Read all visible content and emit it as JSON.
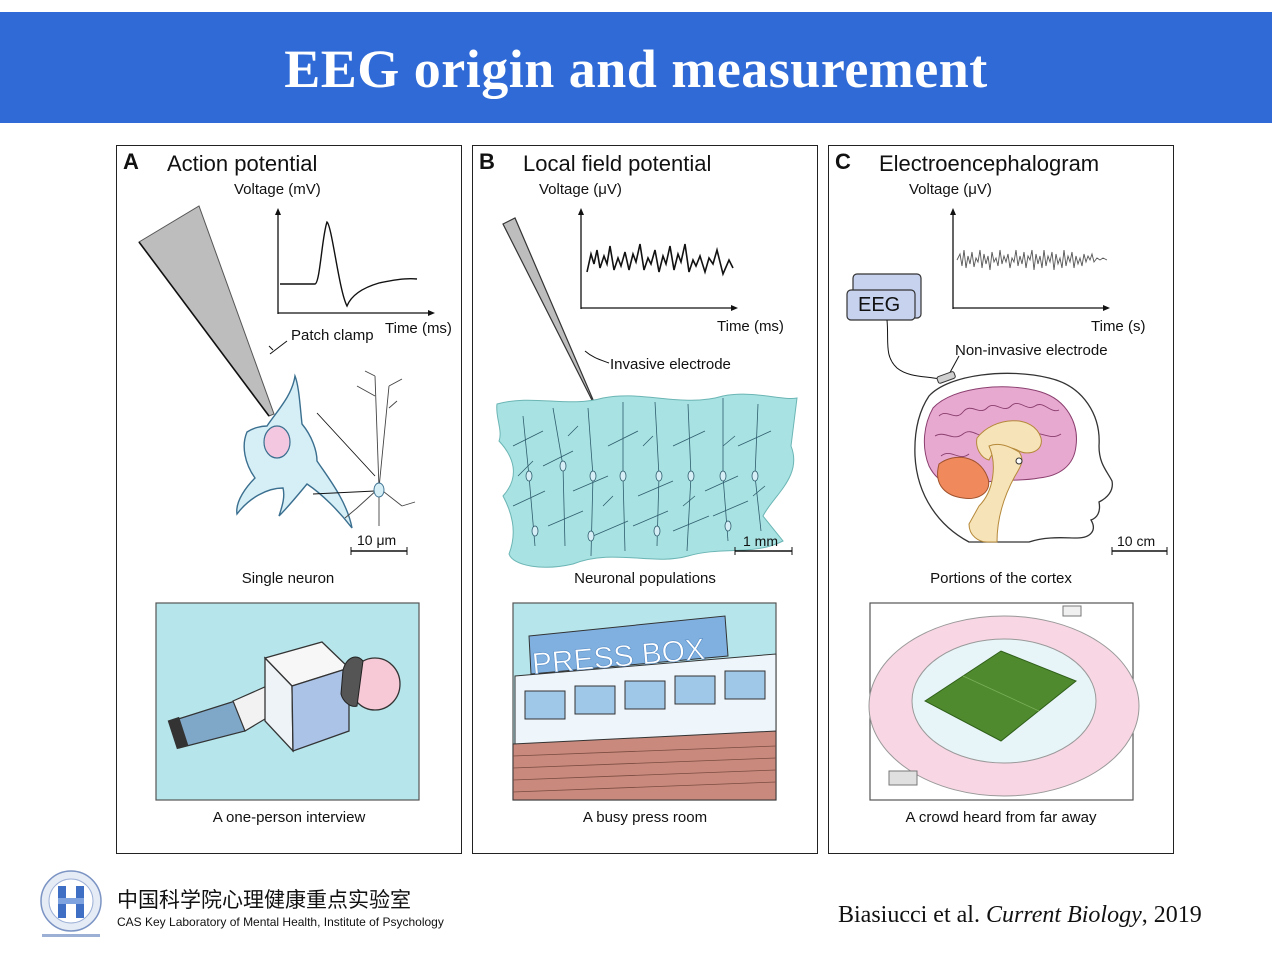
{
  "slide": {
    "title": "EEG origin and measurement"
  },
  "panels": [
    {
      "letter": "A",
      "title": "Action potential",
      "y_label": "Voltage (mV)",
      "x_label": "Time (ms)",
      "electrode_label": "Patch clamp",
      "scale_label": "10 μm",
      "scale_caption": "Single neuron",
      "analogy_caption": "A one-person interview"
    },
    {
      "letter": "B",
      "title": "Local field potential",
      "y_label": "Voltage (μV)",
      "x_label": "Time (ms)",
      "electrode_label": "Invasive electrode",
      "scale_label": "1 mm",
      "scale_caption": "Neuronal populations",
      "analogy_caption": "A busy press room",
      "sign_text": "PRESS BOX"
    },
    {
      "letter": "C",
      "title": "Electroencephalogram",
      "y_label": "Voltage (μV)",
      "x_label": "Time (s)",
      "electrode_label": "Non-invasive electrode",
      "device_label": "EEG",
      "scale_label": "10 cm",
      "scale_caption": "Portions of the cortex",
      "analogy_caption": "A crowd heard from far away"
    }
  ],
  "footer": {
    "org_cn": "中国科学院心理健康重点实验室",
    "org_en": "CAS Key Laboratory of Mental Health, Institute of Psychology",
    "citation_authors": "Biasiucci et al.",
    "citation_journal": "Current Biology",
    "citation_year": ", 2019"
  },
  "colors": {
    "title_bar": "#2f6ad6",
    "neuron_fill": "#d6eef6",
    "tissue_fill": "#a8e2e2",
    "brain_pink": "#e7a9cf",
    "cerebellum": "#f08a5d",
    "scene_bg": "#b6e6ec",
    "pitch": "#4f8a2e"
  }
}
